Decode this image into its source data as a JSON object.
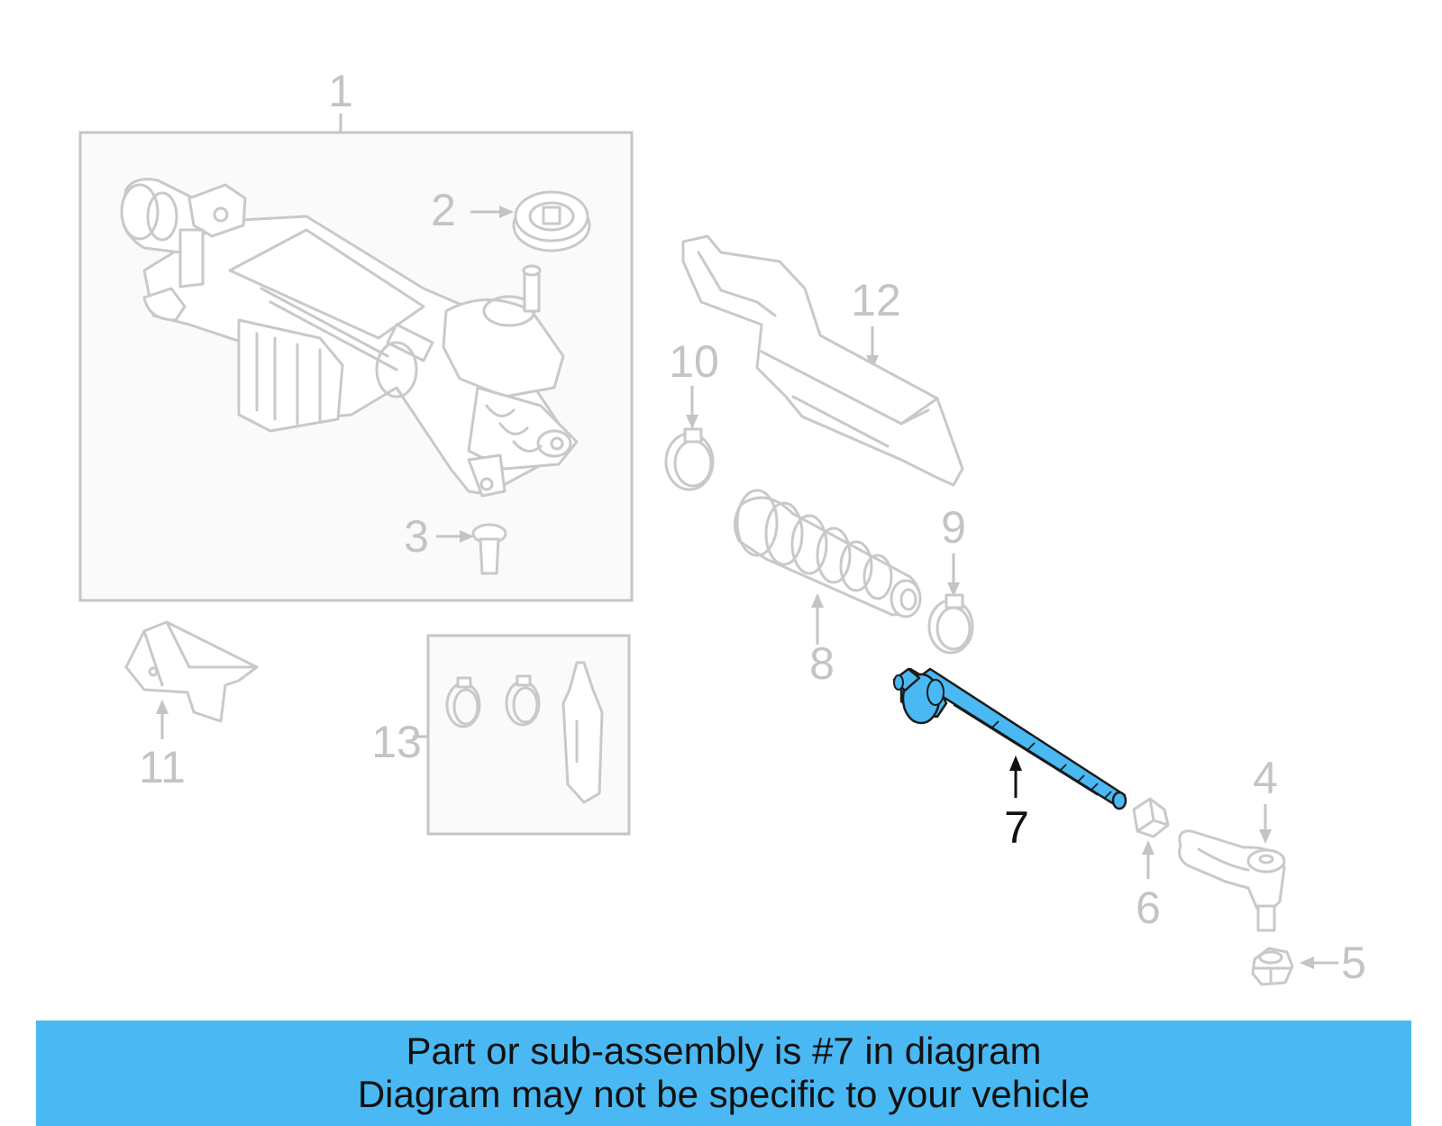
{
  "callouts": {
    "c1": "1",
    "c2": "2",
    "c3": "3",
    "c4": "4",
    "c5": "5",
    "c6": "6",
    "c7": "7",
    "c8": "8",
    "c9": "9",
    "c10": "10",
    "c11": "11",
    "c12": "12",
    "c13": "13"
  },
  "highlight": {
    "part": "7",
    "color": "#4ab8f2"
  },
  "banner": {
    "line1": "Part or sub-assembly is #7 in diagram",
    "line2": "Diagram may not be specific to your vehicle",
    "background": "#4ab8f2"
  }
}
